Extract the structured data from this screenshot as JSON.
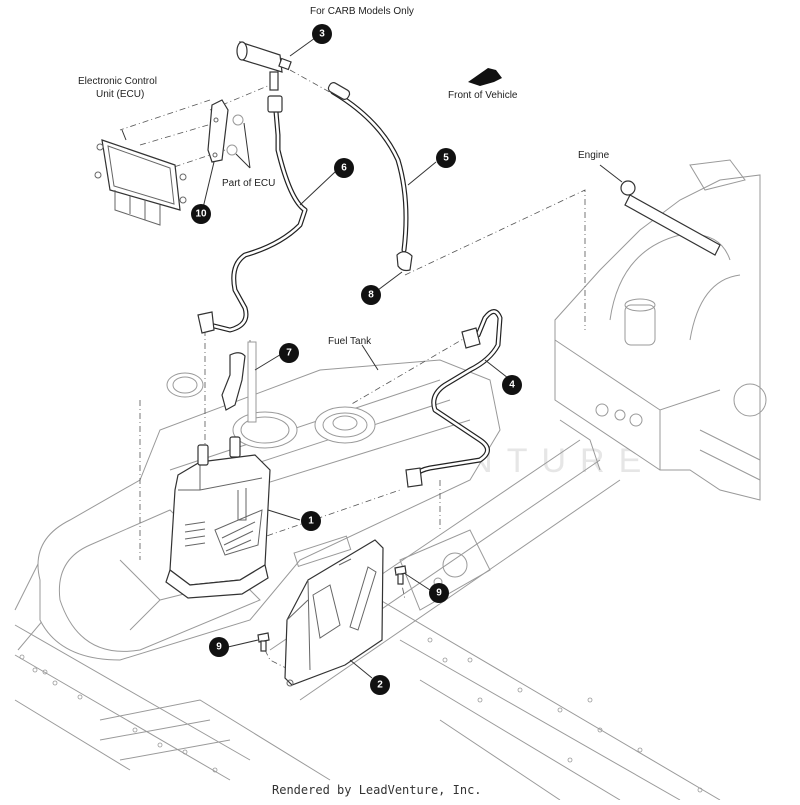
{
  "diagram": {
    "title_note": "For CARB Models Only",
    "direction_label": "Front of Vehicle",
    "labels": {
      "ecu": [
        "Electronic Control",
        "Unit (ECU)"
      ],
      "part_of_ecu": "Part of ECU",
      "engine": "Engine",
      "fuel_tank": "Fuel Tank"
    },
    "watermark": "LEADVENTURE",
    "footer": "Rendered by LeadVenture, Inc.",
    "callouts": [
      {
        "id": "1",
        "label": "1",
        "part": "evap-canister"
      },
      {
        "id": "2",
        "label": "2",
        "part": "canister-bracket"
      },
      {
        "id": "3",
        "label": "3",
        "part": "purge-valve"
      },
      {
        "id": "4",
        "label": "4",
        "part": "vent-hose"
      },
      {
        "id": "5",
        "label": "5",
        "part": "purge-hose"
      },
      {
        "id": "6",
        "label": "6",
        "part": "canister-hose"
      },
      {
        "id": "7",
        "label": "7",
        "part": "fill-tube-hose"
      },
      {
        "id": "8",
        "label": "8",
        "part": "hose-clip"
      },
      {
        "id": "9a",
        "label": "9",
        "part": "bolt-right"
      },
      {
        "id": "9b",
        "label": "9",
        "part": "bolt-left"
      },
      {
        "id": "10",
        "label": "10",
        "part": "ecu-bracket"
      }
    ],
    "colors": {
      "callout_fill": "#111111",
      "line": "#333333",
      "background": "#ffffff"
    }
  }
}
